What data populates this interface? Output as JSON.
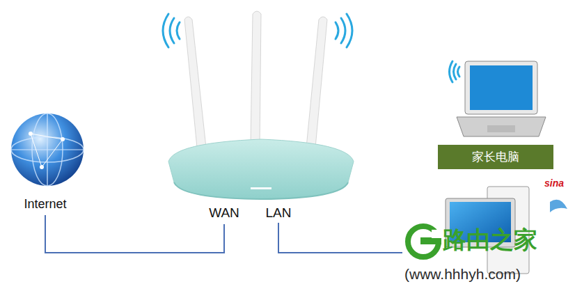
{
  "diagram": {
    "nodes": [
      {
        "text": [
          "Internet"
        ]
      },
      {
        "text": [
          "WAN"
        ]
      },
      {
        "text": [
          "LAN"
        ]
      },
      {
        "text": [
          "家长电脑"
        ]
      }
    ],
    "edges": [
      {
        "from": 0,
        "to": 1,
        "arrow": "none"
      }
    ],
    "labels": [
      "sina",
      "路由之家",
      "(www.hhhyh.com)"
    ]
  }
}
